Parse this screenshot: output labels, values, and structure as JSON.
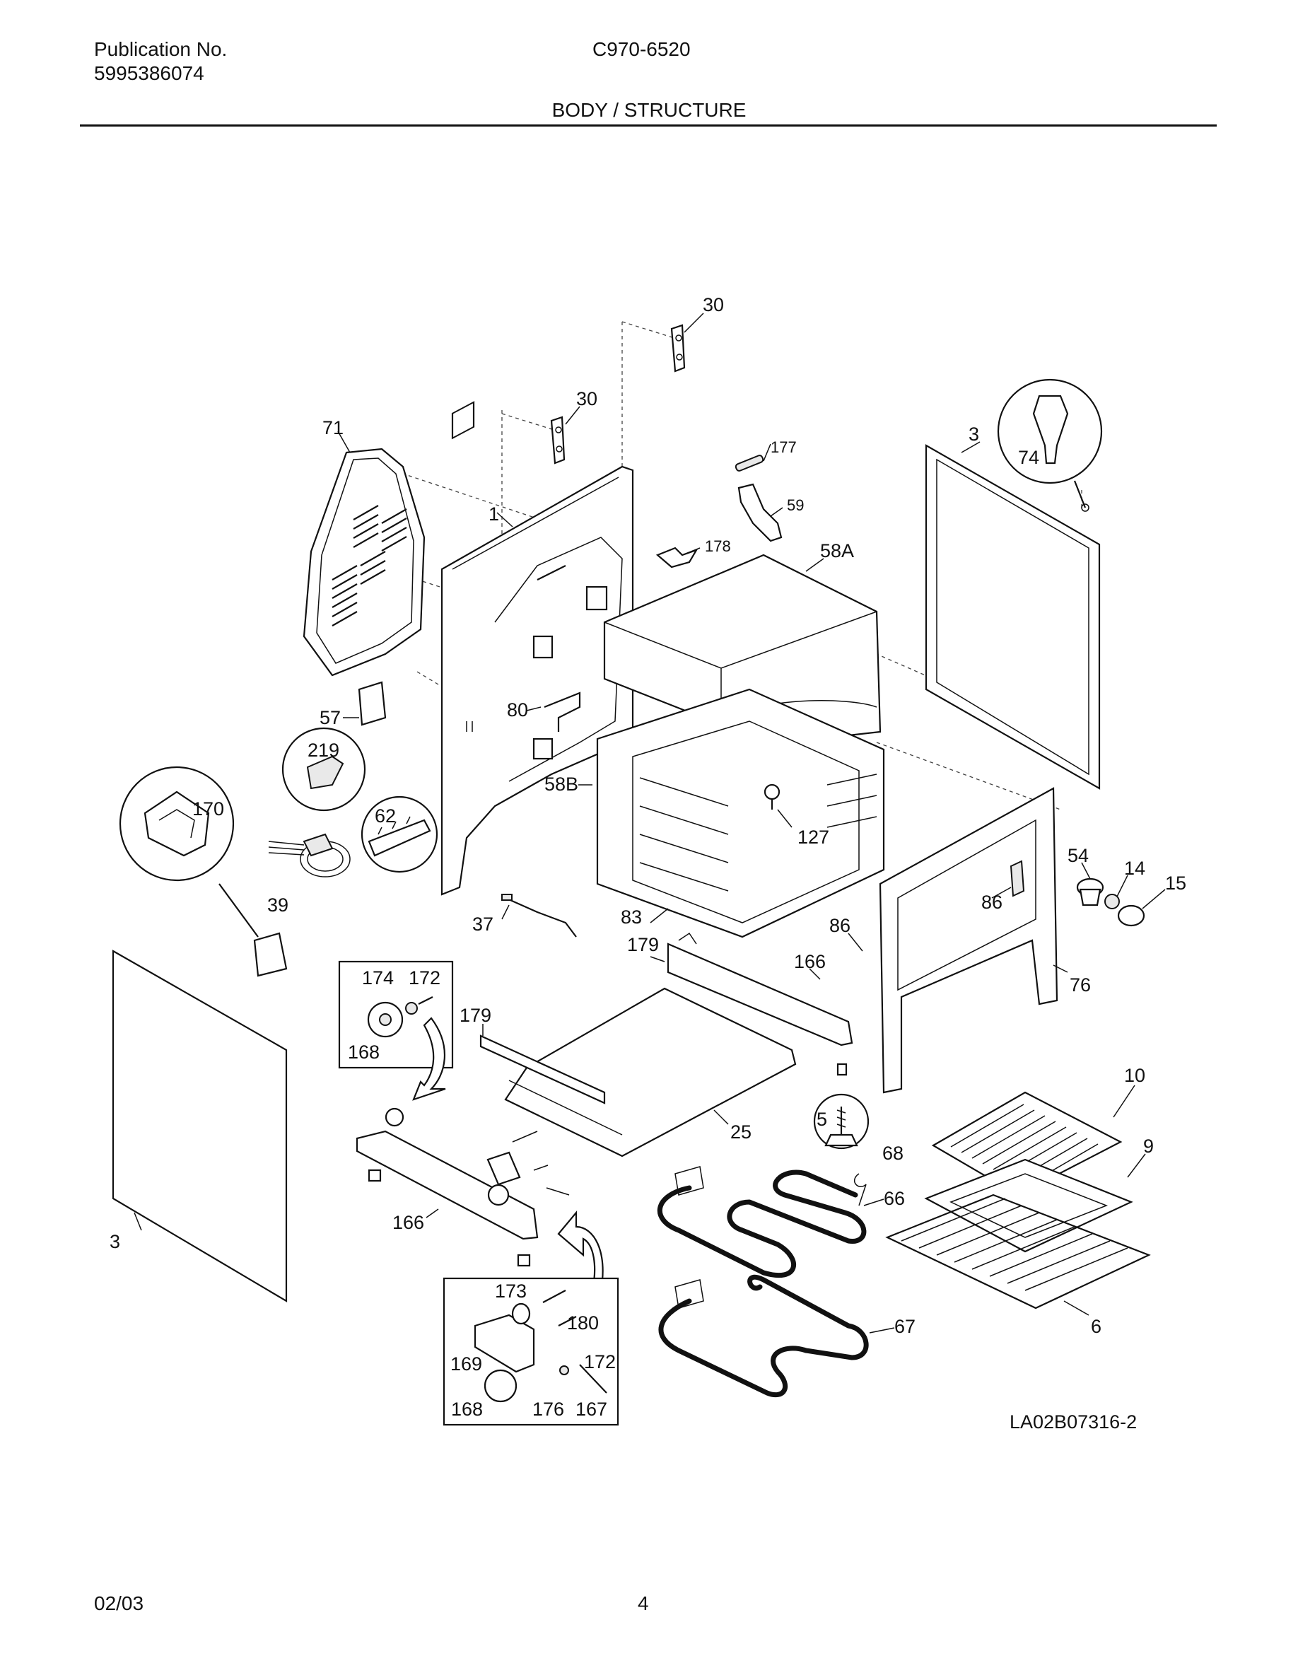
{
  "header": {
    "publication_label": "Publication No.",
    "publication_number": "5995386074",
    "model": "C970-6520",
    "section_title": "BODY / STRUCTURE"
  },
  "footer": {
    "date": "02/03",
    "page": "4"
  },
  "diagram": {
    "drawing_id": "LA02B07316-2",
    "callouts": [
      "30",
      "30",
      "71",
      "1",
      "177",
      "59",
      "178",
      "58A",
      "3",
      "74",
      "57",
      "80",
      "219",
      "170",
      "58B",
      "62",
      "39",
      "127",
      "54",
      "14",
      "15",
      "86",
      "86",
      "37",
      "83",
      "179",
      "166",
      "76",
      "174",
      "172",
      "168",
      "179",
      "10",
      "9",
      "5",
      "68",
      "25",
      "66",
      "166",
      "3",
      "6",
      "67",
      "173",
      "180",
      "169",
      "172",
      "168",
      "176",
      "167"
    ]
  }
}
